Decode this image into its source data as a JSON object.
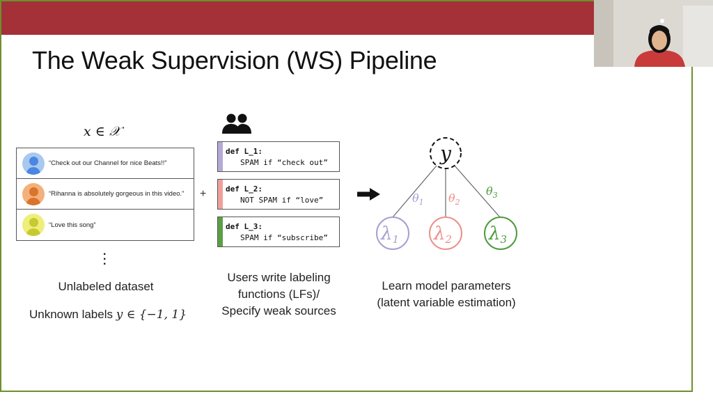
{
  "slide": {
    "title": "The Weak Supervision (WS) Pipeline",
    "x_label": "x ∈ 𝒳",
    "comments": [
      {
        "text": "“Check out our Channel for nice Beats!!”",
        "avatar_color": "#a9c8f0",
        "figure_color": "#4a87e0"
      },
      {
        "text": "“Rihanna is absolutely gorgeous in this video.”",
        "avatar_color": "#f3b07a",
        "figure_color": "#d9742c"
      },
      {
        "text": "“Love this song”",
        "avatar_color": "#eeee7a",
        "figure_color": "#c8c832"
      }
    ],
    "unlabeled_caption": "Unlabeled dataset",
    "unknown_labels_prefix": "Unknown labels",
    "unknown_labels_math": "y ∈ {−1, 1}",
    "plus": "+",
    "users_icon": "users-icon",
    "labeling_functions": [
      {
        "def": "def",
        "name": "L_1:",
        "rule": "SPAM if “check out”",
        "color": "#b4aad6"
      },
      {
        "def": "def",
        "name": "L_2:",
        "rule": "NOT SPAM if “love”",
        "color": "#f0a09a"
      },
      {
        "def": "def",
        "name": "L_3:",
        "rule": "SPAM if “subscribe”",
        "color": "#5c9e46"
      }
    ],
    "lf_caption_lines": [
      "Users write labeling",
      "functions (LFs)/",
      "Specify weak sources"
    ],
    "model_caption_lines": [
      "Learn model parameters",
      "(latent variable estimation)"
    ],
    "graph": {
      "latent": "y",
      "sources": [
        {
          "label": "λ",
          "sub": "1",
          "color": "#a89ed0"
        },
        {
          "label": "λ",
          "sub": "2",
          "color": "#ec8f8a"
        },
        {
          "label": "λ",
          "sub": "3",
          "color": "#4e9a3c"
        }
      ],
      "edges": [
        {
          "label": "θ",
          "sub": "1",
          "color": "#a89ed0"
        },
        {
          "label": "θ",
          "sub": "2",
          "color": "#ec8f8a"
        },
        {
          "label": "θ",
          "sub": "3",
          "color": "#4e9a3c"
        }
      ]
    }
  },
  "colors": {
    "top_bar": "#a33137",
    "slide_border": "#6f8f2c"
  }
}
